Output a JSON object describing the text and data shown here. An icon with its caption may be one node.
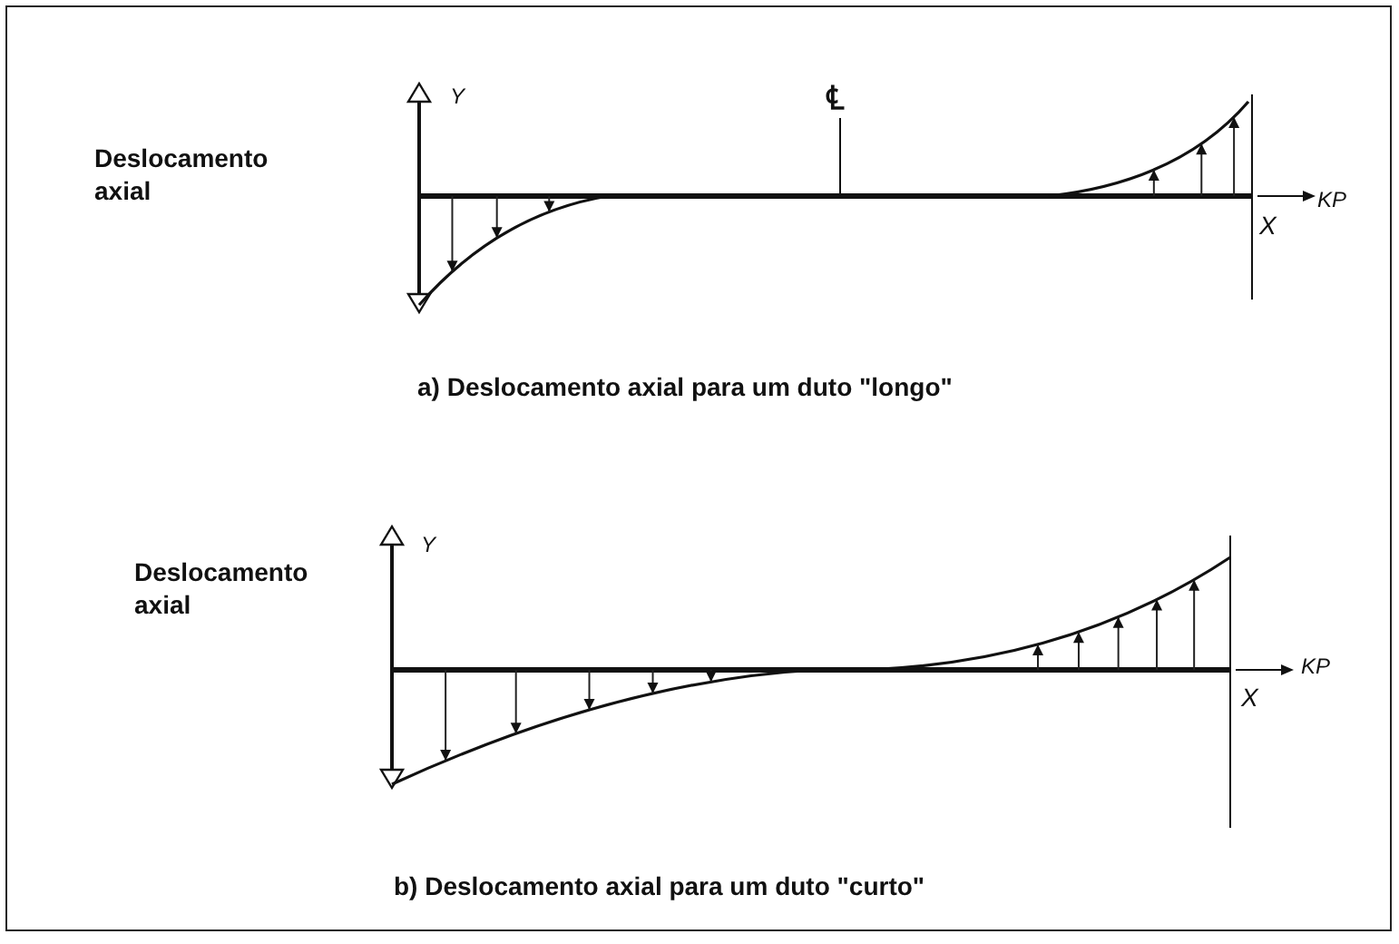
{
  "diagram": {
    "labels": [
      "Deslocamento axial",
      "Y",
      "℄",
      "X",
      "KP",
      "a) Deslocamento axial para um duto \"longo\"",
      "Deslocamento axial",
      "Y",
      "X",
      "KP",
      "b) Deslocamento axial para um duto \"curto\""
    ]
  }
}
